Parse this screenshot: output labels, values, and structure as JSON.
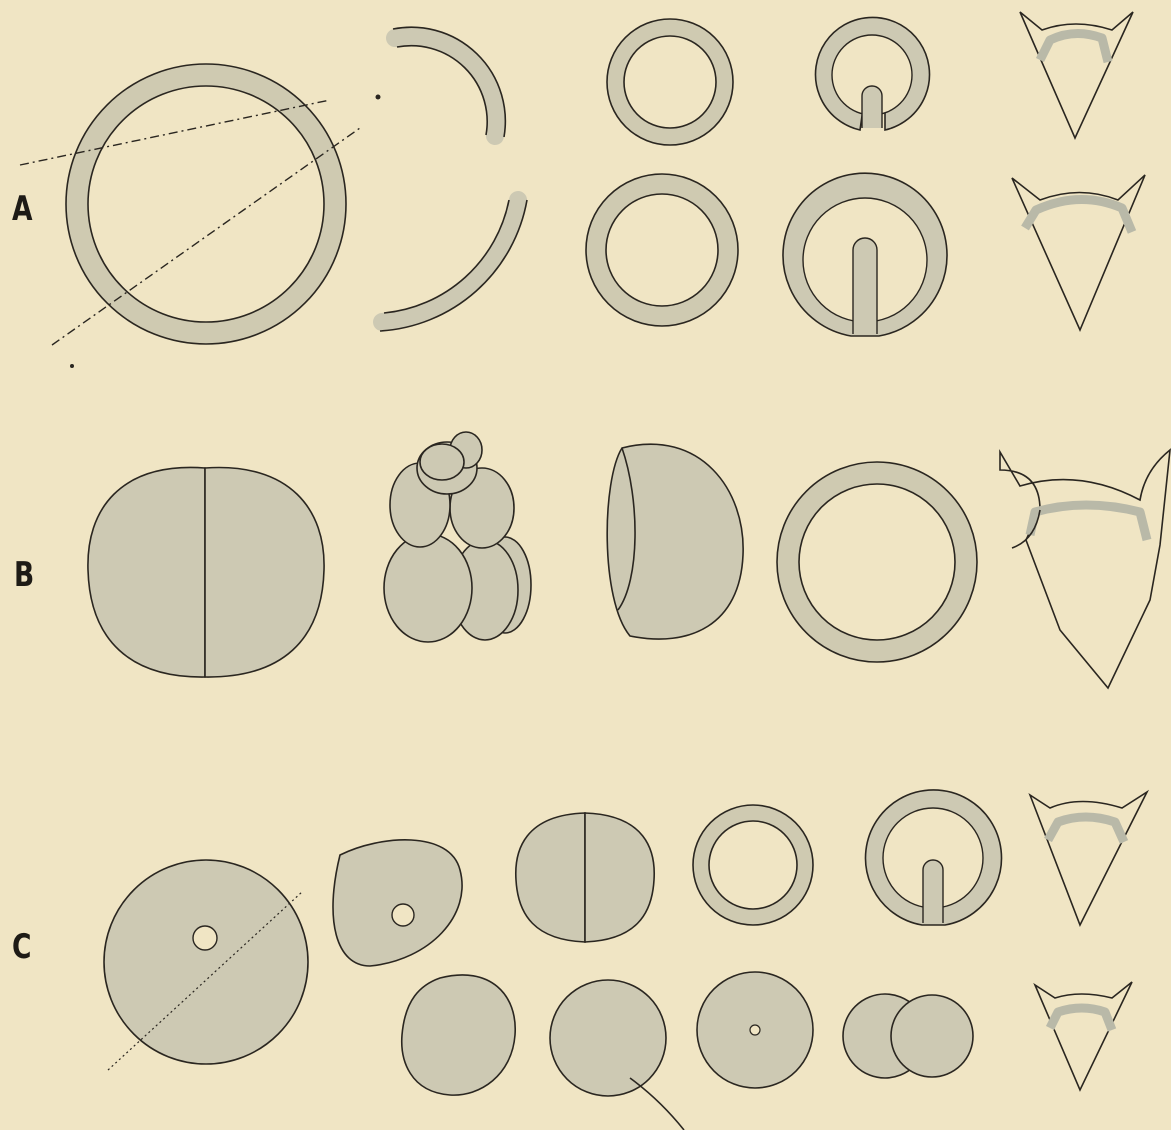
{
  "plate": {
    "background": "#f0e5c4",
    "ink_color": "#2a2620",
    "fill_color": "#cdc9b3",
    "rows": [
      {
        "id": "A",
        "label": "A"
      },
      {
        "id": "B",
        "label": "B"
      },
      {
        "id": "C",
        "label": "C"
      }
    ]
  }
}
